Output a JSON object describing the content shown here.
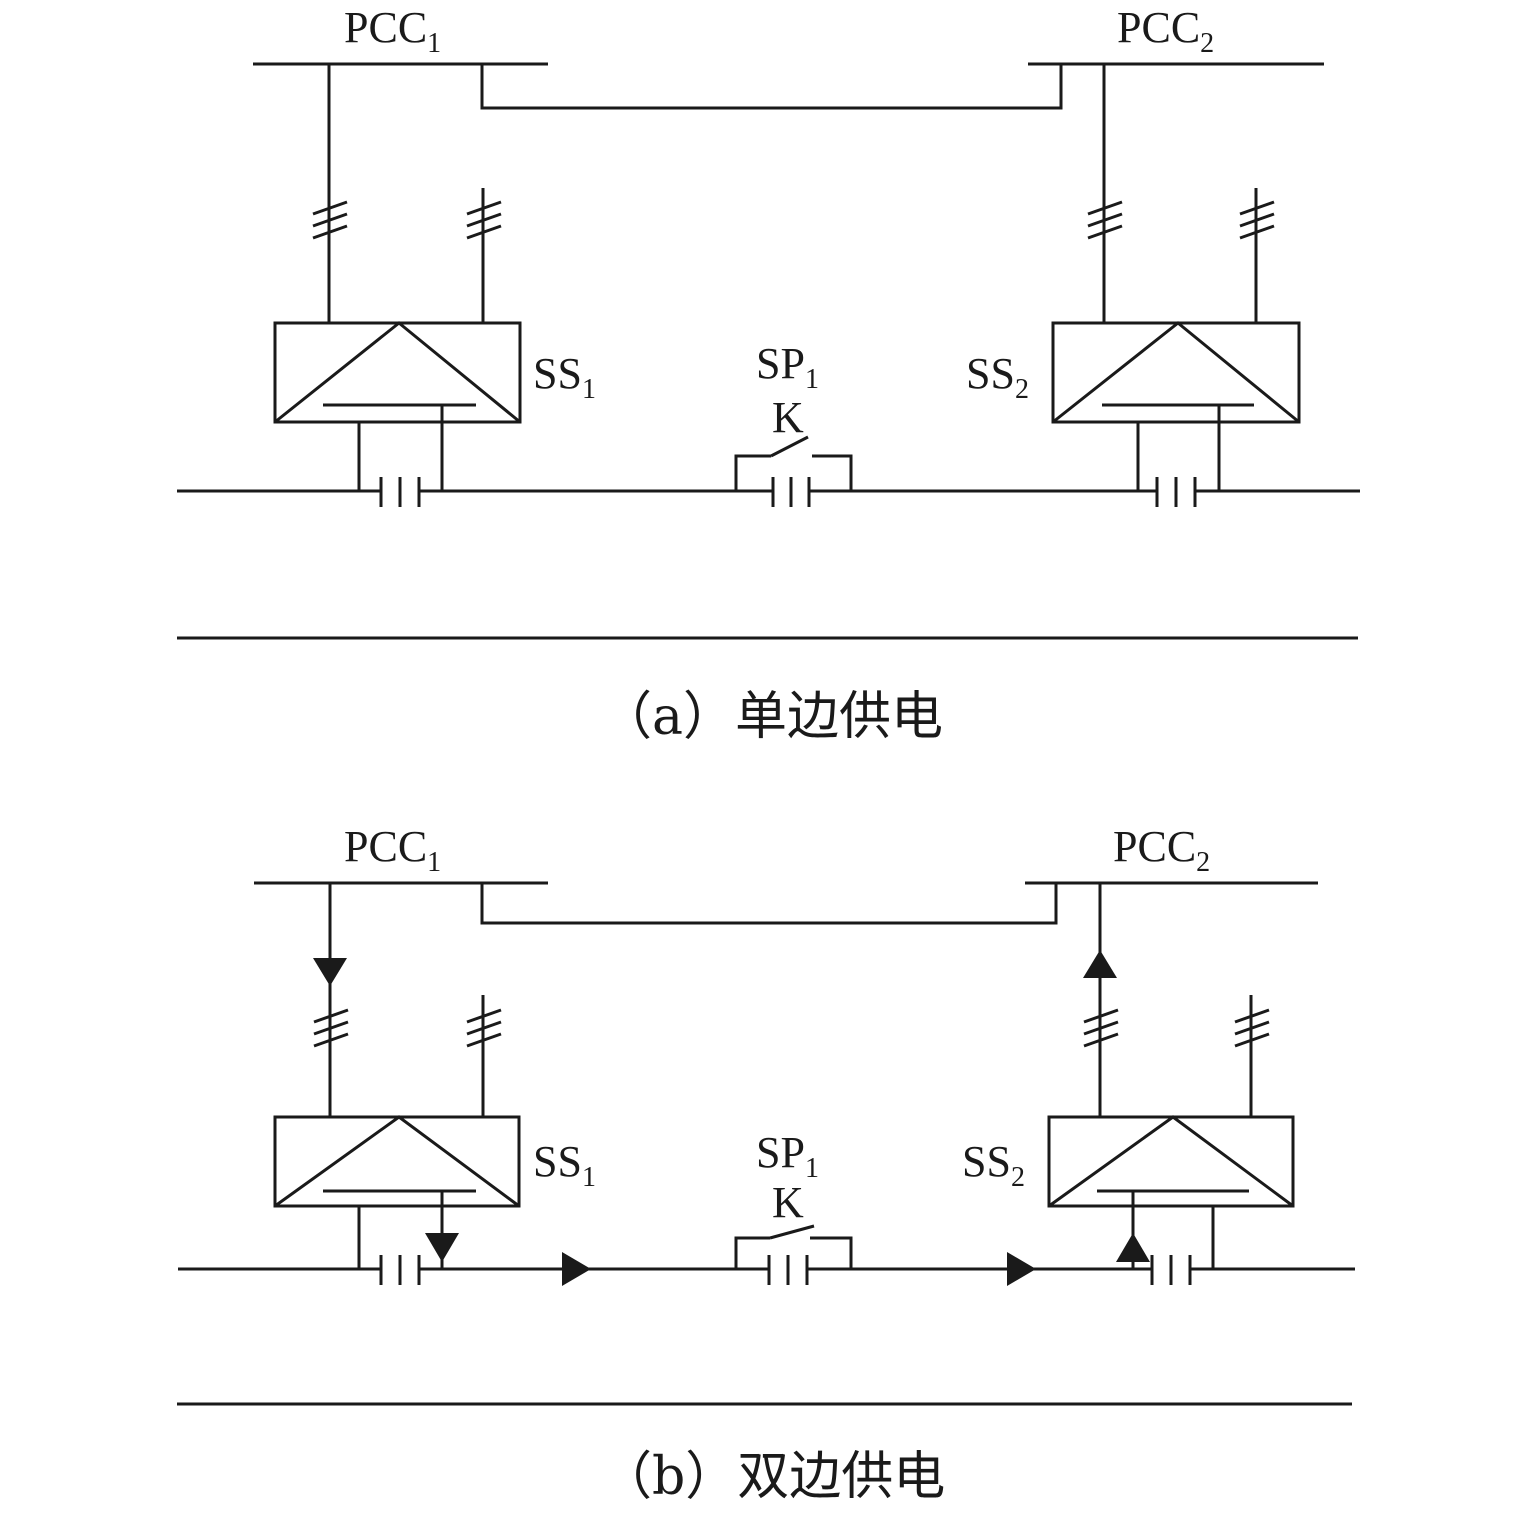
{
  "colors": {
    "line": "#1a1a1a",
    "background": "#ffffff"
  },
  "panels": [
    {
      "pcc1": {
        "main": "PCC",
        "sub": "1"
      },
      "pcc2": {
        "main": "PCC",
        "sub": "2"
      },
      "ss1": {
        "main": "SS",
        "sub": "1"
      },
      "ss2": {
        "main": "SS",
        "sub": "2"
      },
      "sp1": {
        "main": "SP",
        "sub": "1"
      },
      "switch": "K",
      "caption": "（a）单边供电"
    },
    {
      "pcc1": {
        "main": "PCC",
        "sub": "1"
      },
      "pcc2": {
        "main": "PCC",
        "sub": "2"
      },
      "ss1": {
        "main": "SS",
        "sub": "1"
      },
      "ss2": {
        "main": "SS",
        "sub": "2"
      },
      "sp1": {
        "main": "SP",
        "sub": "1"
      },
      "switch": "K",
      "caption": "（b）双边供电"
    }
  ]
}
